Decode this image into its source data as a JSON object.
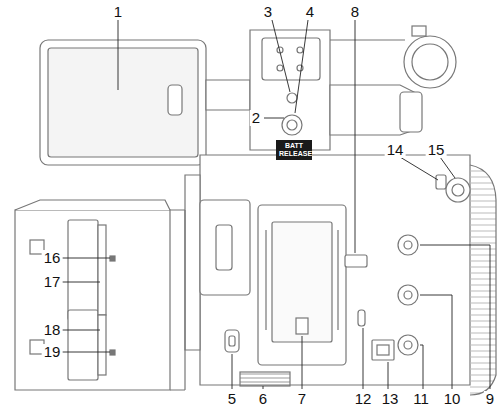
{
  "diagram": {
    "labels": [
      "1",
      "2",
      "3",
      "4",
      "5",
      "6",
      "7",
      "8",
      "9",
      "10",
      "11",
      "12",
      "13",
      "14",
      "15",
      "16",
      "17",
      "18",
      "19",
      "BATT RELEASE"
    ]
  }
}
